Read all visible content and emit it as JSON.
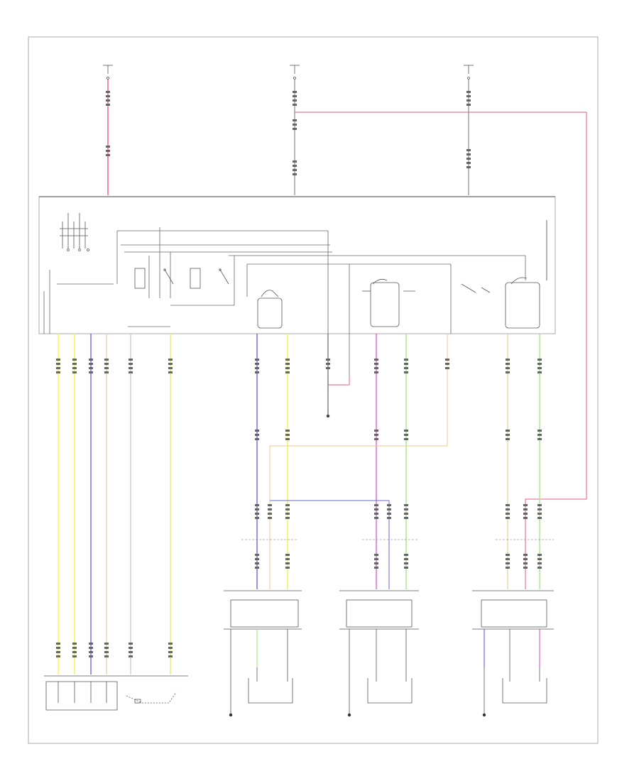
{
  "diagram": {
    "figure_id": "",
    "colors": {
      "frame": "#b0b0b0",
      "wire_black": "#4a4a4a",
      "wire_pink": "#ee5a82",
      "wire_yellow": "#f2f24a",
      "wire_violet": "#6a6ad8",
      "wire_tan": "#e8d7a2",
      "wire_green": "#a8e88a",
      "wire_orange": "#f2c788",
      "wire_grey": "#9a9a9a"
    },
    "icons": [
      "ground-symbol",
      "switch-contact",
      "connector-pin",
      "coil-symbol"
    ]
  }
}
